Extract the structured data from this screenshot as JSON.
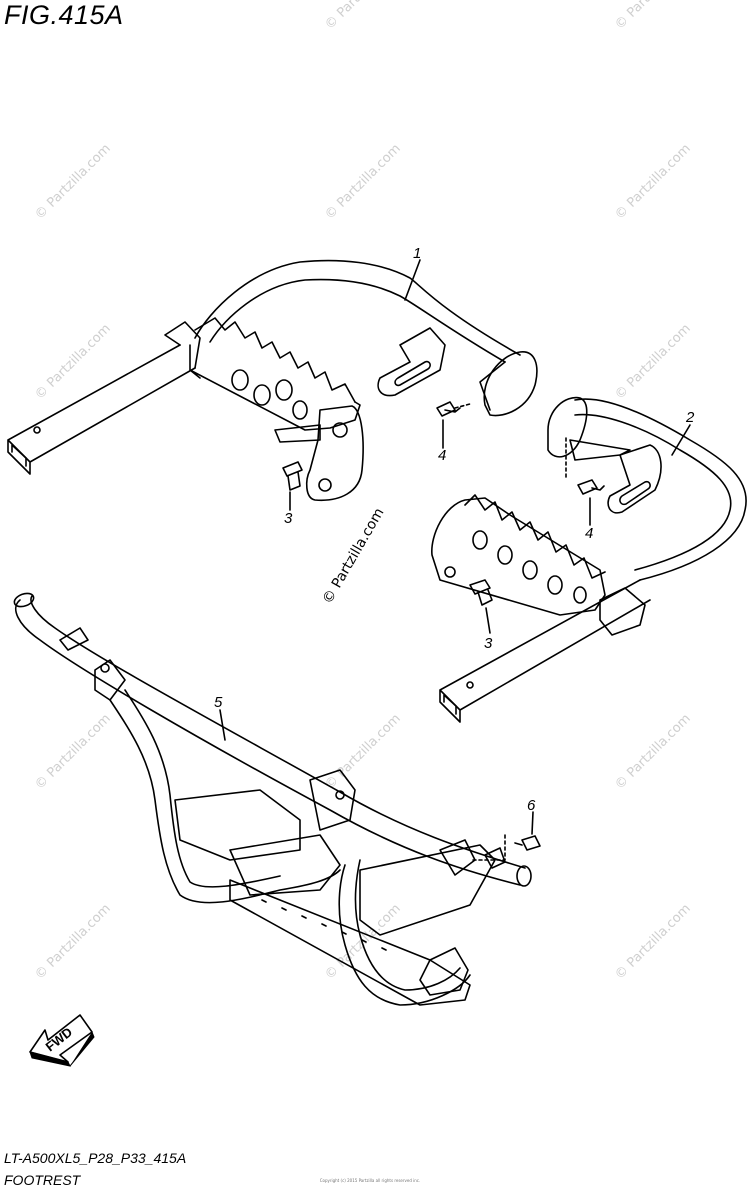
{
  "figure": {
    "title": "FIG.415A",
    "model_code": "LT-A500XL5_P28_P33_415A",
    "section_name": "FOOTREST",
    "fine_print": "Copyright (c) 2015 Partzilla all rights reserved inc."
  },
  "watermark": {
    "text": "© Partzilla.com"
  },
  "direction_arrow": {
    "label": "FWD"
  },
  "callouts": [
    {
      "number": "1",
      "part": "footrest-right"
    },
    {
      "number": "2",
      "part": "footrest-left"
    },
    {
      "number": "3",
      "part": "bolt-left-upper"
    },
    {
      "number": "4",
      "part": "bolt-upper-bracket"
    },
    {
      "number": "4",
      "part": "bolt-right-bracket"
    },
    {
      "number": "3",
      "part": "bolt-right-lower"
    },
    {
      "number": "5",
      "part": "front-guard"
    },
    {
      "number": "6",
      "part": "bolt-front-guard"
    }
  ],
  "colors": {
    "line": "#000000",
    "watermark": "#cfcfcf",
    "background": "#ffffff"
  }
}
